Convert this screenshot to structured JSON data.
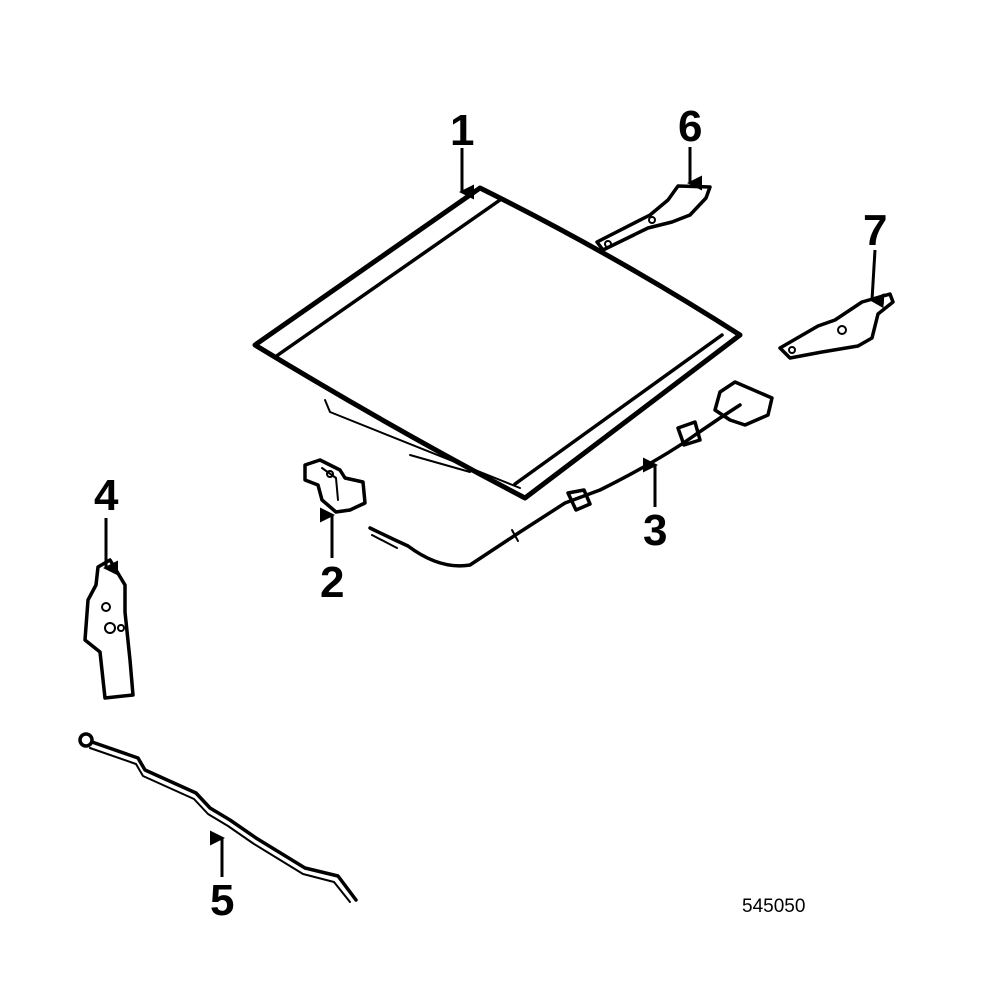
{
  "diagram": {
    "callouts": [
      {
        "id": "1",
        "label": "1"
      },
      {
        "id": "2",
        "label": "2"
      },
      {
        "id": "3",
        "label": "3"
      },
      {
        "id": "4",
        "label": "4"
      },
      {
        "id": "5",
        "label": "5"
      },
      {
        "id": "6",
        "label": "6"
      },
      {
        "id": "7",
        "label": "7"
      }
    ],
    "reference_code": "545050"
  },
  "colors": {
    "ink": "#000000",
    "background": "#ffffff"
  }
}
